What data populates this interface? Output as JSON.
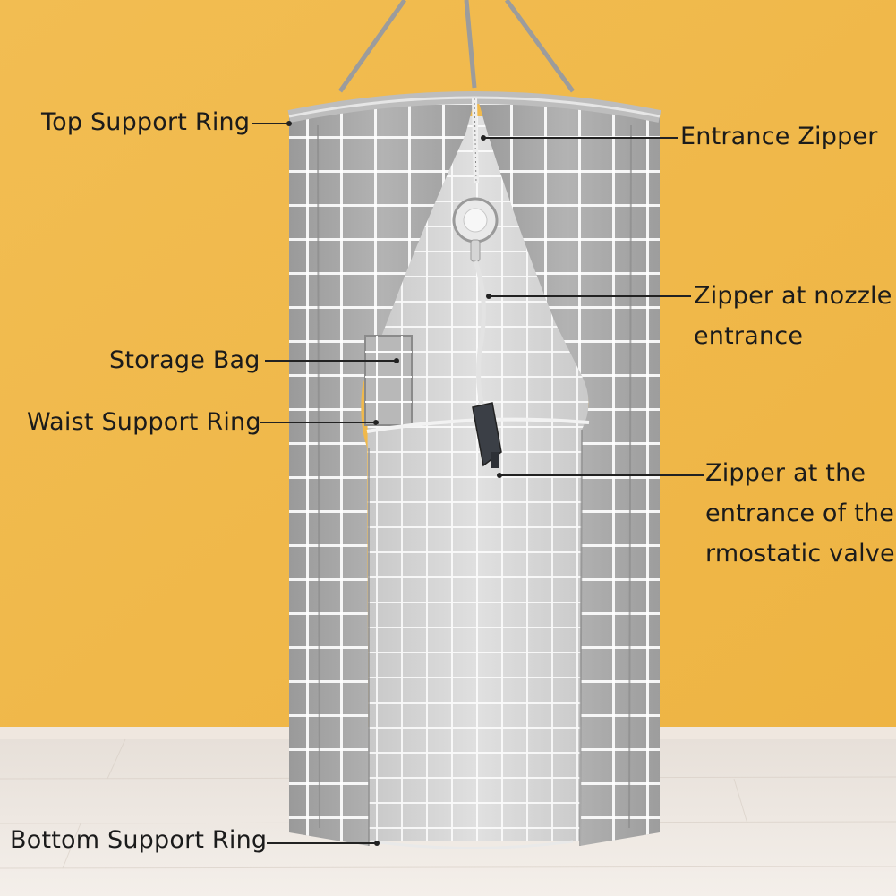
{
  "colors": {
    "wall": "#f0b84a",
    "floor": "#ede7e1",
    "curtain": "#a9a9a9",
    "curtain_inner": "#d4d4d4",
    "grid": "#ffffff",
    "label_text": "#1b1b1b",
    "leader_line": "#222222"
  },
  "labels": {
    "top_ring": "Top Support Ring",
    "storage_bag": "Storage Bag",
    "waist_ring": "Waist Support Ring",
    "bottom_ring": "Bottom Support Ring",
    "entrance_zipper": "Entrance Zipper",
    "nozzle_zipper": [
      "Zipper at nozzle",
      "entrance"
    ],
    "valve_zipper": [
      "Zipper at the",
      "entrance of the",
      "rmostatic valve"
    ]
  },
  "icons": {
    "shower_head": "shower-head-icon",
    "thermostatic_valve": "valve-icon"
  }
}
